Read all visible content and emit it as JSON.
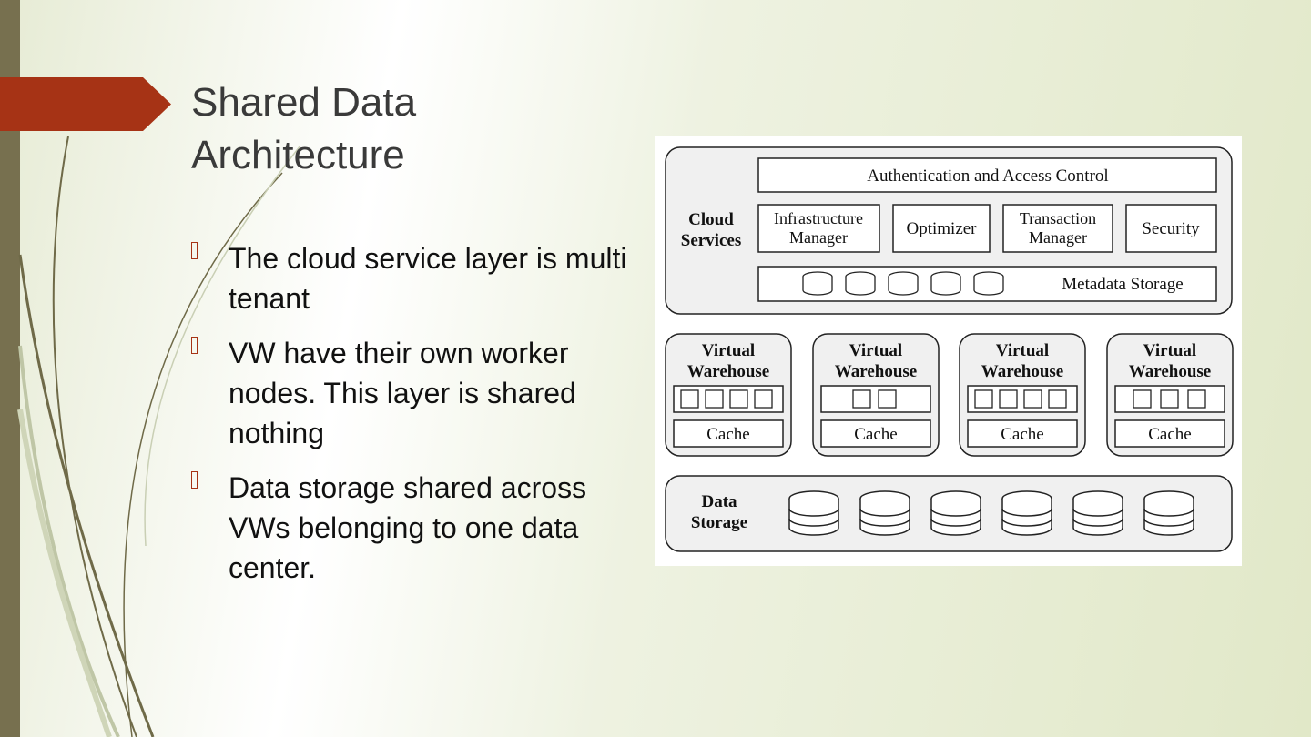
{
  "slide": {
    "title_line1": "Shared Data",
    "title_line2": "Architecture",
    "bullets": [
      {
        "text": "The cloud service layer is multi tenant"
      },
      {
        "text": "VW have their own worker nodes. This layer is shared nothing"
      },
      {
        "text": "Data storage shared across VWs belonging to one data center."
      }
    ]
  },
  "diagram": {
    "cloud_services": {
      "label_line1": "Cloud",
      "label_line2": "Services",
      "auth": "Authentication and Access Control",
      "modules": [
        {
          "line1": "Infrastructure",
          "line2": "Manager"
        },
        {
          "line1": "Optimizer",
          "line2": ""
        },
        {
          "line1": "Transaction",
          "line2": "Manager"
        },
        {
          "line1": "Security",
          "line2": ""
        }
      ],
      "metadata": "Metadata Storage"
    },
    "warehouses": [
      {
        "line1": "Virtual",
        "line2": "Warehouse",
        "cache": "Cache"
      },
      {
        "line1": "Virtual",
        "line2": "Warehouse",
        "cache": "Cache"
      },
      {
        "line1": "Virtual",
        "line2": "Warehouse",
        "cache": "Cache"
      },
      {
        "line1": "Virtual",
        "line2": "Warehouse",
        "cache": "Cache"
      }
    ],
    "data_storage": {
      "label_line1": "Data",
      "label_line2": "Storage"
    }
  },
  "colors": {
    "accent": "#a63315",
    "sidebar": "#77704f",
    "title": "#3a3a3a"
  }
}
